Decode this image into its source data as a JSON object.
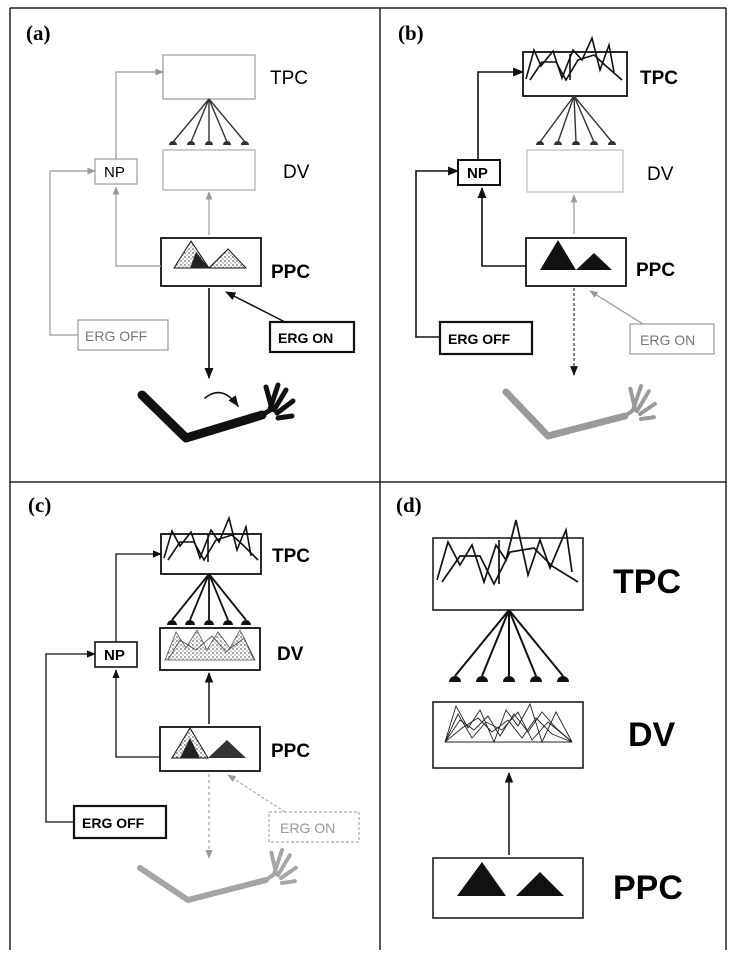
{
  "panels": [
    {
      "id": "a",
      "label": "(a)",
      "tpc": "TPC",
      "dv": "DV",
      "ppc": "PPC",
      "np": "NP",
      "erg_off": "ERG OFF",
      "erg_on": "ERG ON"
    },
    {
      "id": "b",
      "label": "(b)",
      "tpc": "TPC",
      "dv": "DV",
      "ppc": "PPC",
      "np": "NP",
      "erg_off": "ERG OFF",
      "erg_on": "ERG ON"
    },
    {
      "id": "c",
      "label": "(c)",
      "tpc": "TPC",
      "dv": "DV",
      "ppc": "PPC",
      "np": "NP",
      "erg_off": "ERG OFF",
      "erg_on": "ERG ON"
    },
    {
      "id": "d",
      "label": "(d)",
      "tpc": "TPC",
      "dv": "DV",
      "ppc": "PPC"
    }
  ],
  "colors": {
    "ink": "#111111",
    "faint": "#9a9a9a",
    "paper": "#ffffff",
    "stipple": "#7a7a7a"
  }
}
